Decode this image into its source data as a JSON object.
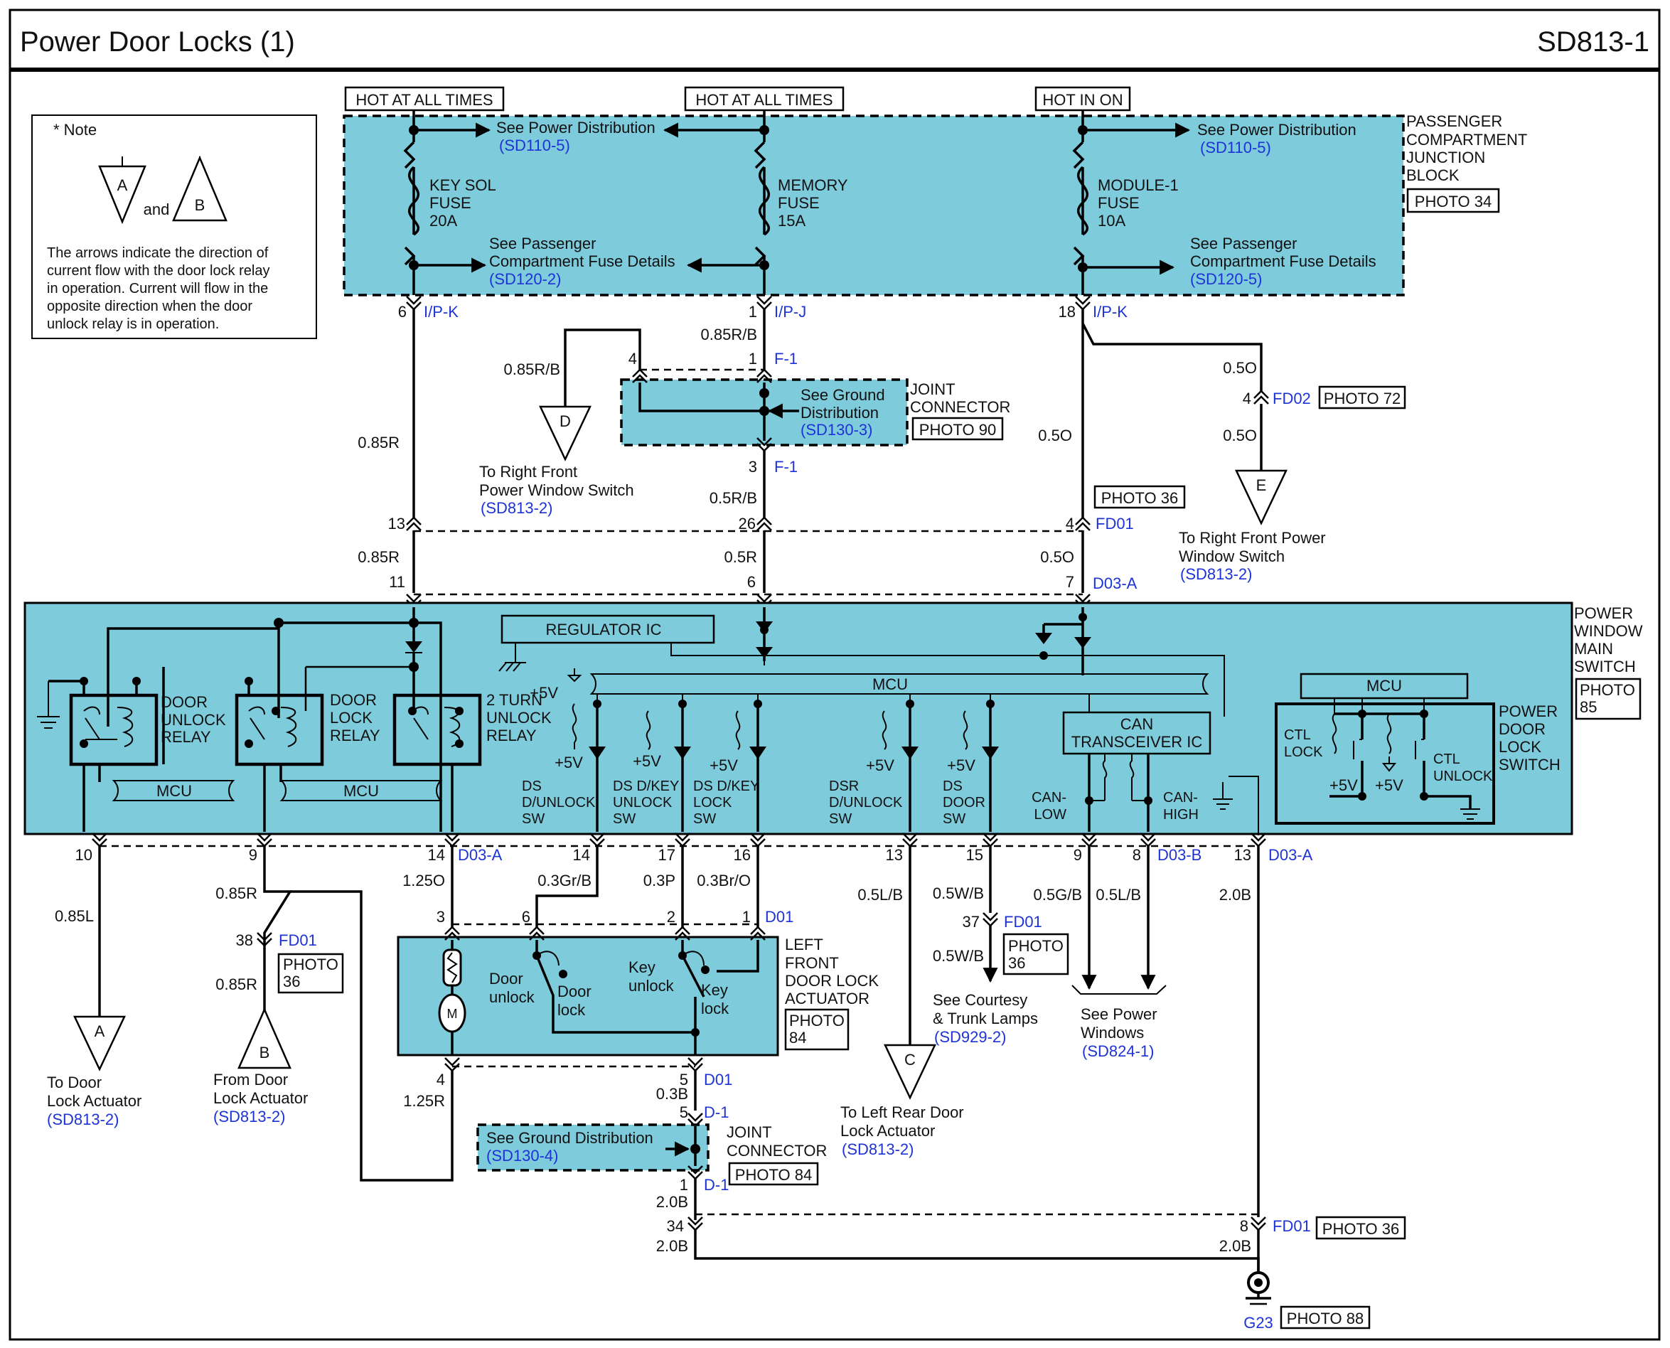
{
  "header": {
    "title": "Power Door Locks (1)",
    "page_code": "SD813-1"
  },
  "note": {
    "heading": "* Note",
    "symbol_a": "A",
    "symbol_and": "and",
    "symbol_b": "B",
    "lines": [
      "The arrows indicate the direction of",
      "current flow with the door lock relay",
      "in operation. Current will flow in the",
      "opposite direction when the door",
      "unlock relay is in operation."
    ]
  },
  "power_labels": {
    "hot1": "HOT AT ALL TIMES",
    "hot2": "HOT AT ALL TIMES",
    "hot3": "HOT IN ON"
  },
  "junction_block": {
    "name_lines": [
      "PASSENGER",
      "COMPARTMENT",
      "JUNCTION",
      "BLOCK"
    ],
    "photo": "PHOTO 34",
    "see_power_1": "See Power Distribution",
    "see_power_1_ref": "(SD110-5)",
    "see_power_2": "See Power Distribution",
    "see_power_2_ref": "(SD110-5)",
    "fuse1": [
      "KEY SOL",
      "FUSE",
      "20A"
    ],
    "fuse2": [
      "MEMORY",
      "FUSE",
      "15A"
    ],
    "fuse3": [
      "MODULE-1",
      "FUSE",
      "10A"
    ],
    "see_pass_1": [
      "See Passenger",
      "Compartment Fuse Details"
    ],
    "see_pass_1_ref": "(SD120-2)",
    "see_pass_2": [
      "See Passenger",
      "Compartment Fuse Details"
    ],
    "see_pass_2_ref": "(SD120-5)"
  },
  "pins": {
    "p6": "6",
    "ipk1": "I/P-K",
    "p1": "1",
    "ipj": "I/P-J",
    "p18": "18",
    "ipk2": "I/P-K",
    "p4a": "4",
    "p1b": "1",
    "f1a": "F-1",
    "p3": "3",
    "f1b": "F-1",
    "p4fd02": "4",
    "fd02": "FD02",
    "p13": "13",
    "p26": "26",
    "p4fd01": "4",
    "fd01a": "FD01",
    "p11": "11",
    "p6b": "6",
    "p7": "7",
    "d03a1": "D03-A",
    "b10": "10",
    "b9": "9",
    "b14": "14",
    "d03a2": "D03-A",
    "b14b": "14",
    "b17": "17",
    "b16": "16",
    "b13": "13",
    "b15": "15",
    "b9b": "9",
    "b8": "8",
    "d03b": "D03-B",
    "b13b": "13",
    "d03a3": "D03-A",
    "a3": "3",
    "a6": "6",
    "a2": "2",
    "a1": "1",
    "d01a": "D01",
    "p38": "38",
    "fd01b": "FD01",
    "p37": "37",
    "fd01c": "FD01",
    "a4": "4",
    "a5": "5",
    "d01b": "D01",
    "j5": "5",
    "d1a": "D-1",
    "j1": "1",
    "d1b": "D-1",
    "p34": "34",
    "p8": "8",
    "fd01d": "FD01",
    "g23": "G23"
  },
  "wires": {
    "w085rb1": "0.85R/B",
    "w085rb2": "0.85R/B",
    "w085r1": "0.85R",
    "w05rb": "0.5R/B",
    "w05o1": "0.5O",
    "w05o2": "0.5O",
    "w05o3": "0.5O",
    "w085r2": "0.85R",
    "w05r": "0.5R",
    "w05o4": "0.5O",
    "w085l": "0.85L",
    "w085r3": "0.85R",
    "w085r4": "0.85R",
    "w125o": "1.25O",
    "w03grb": "0.3Gr/B",
    "w03p": "0.3P",
    "w03bro": "0.3Br/O",
    "w05lb1": "0.5L/B",
    "w05wb1": "0.5W/B",
    "w05wb2": "0.5W/B",
    "w05gb": "0.5G/B",
    "w05lb2": "0.5L/B",
    "w20b1": "2.0B",
    "w125r": "1.25R",
    "w03b": "0.3B",
    "w20b2": "2.0B",
    "w20b3": "2.0B",
    "w20b4": "2.0B"
  },
  "joint_connector_f": {
    "see": [
      "See Ground",
      "Distribution"
    ],
    "ref": "(SD130-3)",
    "name": [
      "JOINT",
      "CONNECTOR"
    ],
    "photo": "PHOTO 90"
  },
  "destinations": {
    "d_sym": "D",
    "d_text": [
      "To Right Front",
      "Power Window Switch"
    ],
    "d_ref": "(SD813-2)",
    "e_sym": "E",
    "e_text": [
      "To Right Front Power",
      "Window Switch"
    ],
    "e_ref": "(SD813-2)",
    "a_sym": "A",
    "a_text": [
      "To Door",
      "Lock Actuator"
    ],
    "a_ref": "(SD813-2)",
    "b_sym": "B",
    "b_text": [
      "From Door",
      "Lock Actuator"
    ],
    "b_ref": "(SD813-2)",
    "c_sym": "C",
    "c_text": [
      "To Left Rear Door",
      "Lock Actuator"
    ],
    "c_ref": "(SD813-2)",
    "courtesy_text": [
      "See Courtesy",
      "& Trunk Lamps"
    ],
    "courtesy_ref": "(SD929-2)",
    "pw_text": [
      "See Power",
      "Windows"
    ],
    "pw_ref": "(SD824-1)"
  },
  "photos": {
    "fd02": "PHOTO 72",
    "fd01_top": "PHOTO 36",
    "fd01_38": [
      "PHOTO",
      "36"
    ],
    "fd01_37": [
      "PHOTO",
      "36"
    ],
    "fd01_8": "PHOTO 36",
    "g23": "PHOTO 88",
    "actuator": [
      "PHOTO",
      "84"
    ],
    "jc_d": "PHOTO 84"
  },
  "main_switch": {
    "name": [
      "POWER",
      "WINDOW",
      "MAIN",
      "SWITCH"
    ],
    "photo": [
      "PHOTO",
      "85"
    ],
    "regulator": "REGULATOR IC",
    "plus5v": "+5V",
    "mcu": "MCU",
    "relay1": [
      "DOOR",
      "UNLOCK",
      "RELAY"
    ],
    "relay2": [
      "DOOR",
      "LOCK",
      "RELAY"
    ],
    "relay3": [
      "2 TURN",
      "UNLOCK",
      "RELAY"
    ],
    "mcu_left1": "MCU",
    "mcu_left2": "MCU",
    "sw1": [
      "DS",
      "D/UNLOCK",
      "SW"
    ],
    "sw2": [
      "DS D/KEY",
      "UNLOCK",
      "SW"
    ],
    "sw3": [
      "DS D/KEY",
      "LOCK",
      "SW"
    ],
    "sw4": [
      "DSR",
      "D/UNLOCK",
      "SW"
    ],
    "sw5": [
      "DS",
      "DOOR",
      "SW"
    ],
    "v5": "+5V",
    "can": [
      "CAN",
      "TRANSCEIVER  IC"
    ],
    "can_low": [
      "CAN-",
      "LOW"
    ],
    "can_high": [
      "CAN-",
      "HIGH"
    ]
  },
  "door_lock_switch": {
    "name": [
      "POWER",
      "DOOR",
      "LOCK",
      "SWITCH"
    ],
    "mcu": "MCU",
    "ctl_lock": [
      "CTL",
      "LOCK"
    ],
    "ctl_unlock": [
      "CTL",
      "UNLOCK"
    ],
    "v5a": "+5V",
    "v5b": "+5V"
  },
  "actuator": {
    "name": [
      "LEFT",
      "FRONT",
      "DOOR LOCK",
      "ACTUATOR"
    ],
    "door_unlock": [
      "Door",
      "unlock"
    ],
    "door_lock": [
      "Door",
      "lock"
    ],
    "key_unlock": [
      "Key",
      "unlock"
    ],
    "key_lock": [
      "Key",
      "lock"
    ],
    "motor": "M"
  },
  "joint_connector_d": {
    "see": "See Ground Distribution",
    "ref": "(SD130-4)",
    "name": [
      "JOINT",
      "CONNECTOR"
    ]
  },
  "colors": {
    "module_fill": "#7ecbdc",
    "link_text": "#1d33d6",
    "line": "#000000"
  }
}
